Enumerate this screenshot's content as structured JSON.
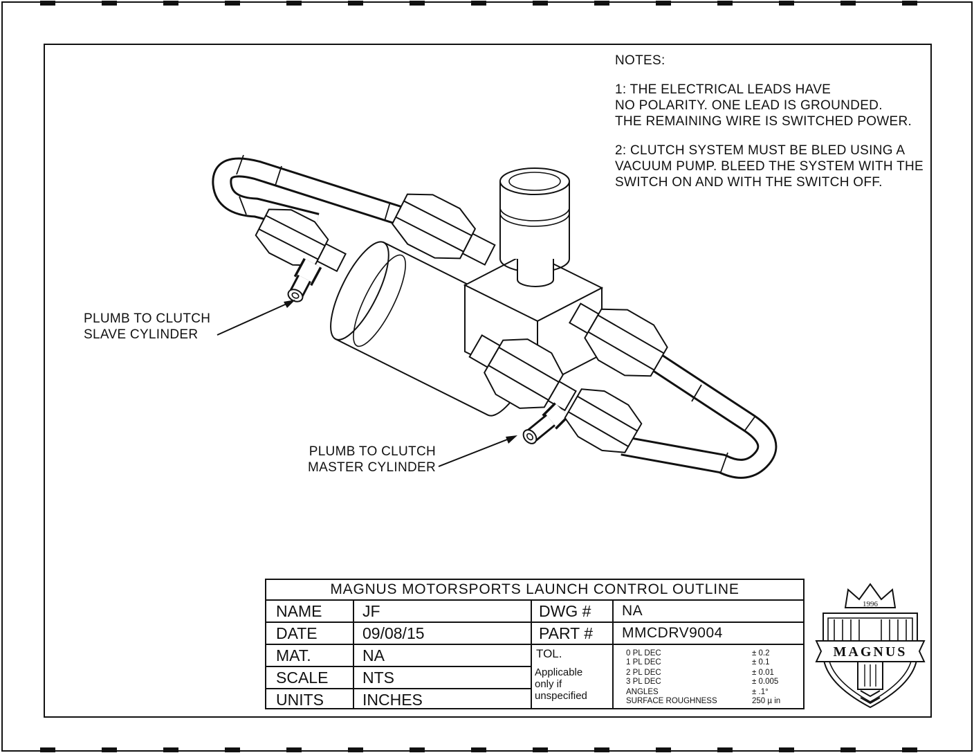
{
  "notes": {
    "heading": "NOTES:",
    "note1": "1: THE ELECTRICAL LEADS HAVE\nNO POLARITY. ONE LEAD IS GROUNDED.\nTHE REMAINING WIRE IS SWITCHED POWER.",
    "note2": "2: CLUTCH SYSTEM MUST BE BLED USING A\nVACUUM PUMP. BLEED THE SYSTEM WITH THE\nSWITCH ON AND WITH THE SWITCH OFF."
  },
  "callouts": {
    "slave": "PLUMB TO CLUTCH\nSLAVE CYLINDER",
    "master": "PLUMB TO CLUTCH\nMASTER CYLINDER"
  },
  "title_block": {
    "title": "MAGNUS MOTORSPORTS LAUNCH CONTROL OUTLINE",
    "fields": {
      "name_label": "NAME",
      "name_value": "JF",
      "date_label": "DATE",
      "date_value": "09/08/15",
      "mat_label": "MAT.",
      "mat_value": "NA",
      "scale_label": "SCALE",
      "scale_value": "NTS",
      "units_label": "UNITS",
      "units_value": "INCHES",
      "dwg_label": "DWG #",
      "dwg_value": "NA",
      "part_label": "PART #",
      "part_value": "MMCDRV9004"
    },
    "tolerance": {
      "label": "TOL.",
      "note": "Applicable\nonly if\nunspecified",
      "rows": [
        {
          "name": "0 PL DEC",
          "value": "± 0.2"
        },
        {
          "name": "1 PL DEC",
          "value": "± 0.1"
        },
        {
          "name": "2 PL DEC",
          "value": "± 0.01"
        },
        {
          "name": "3 PL DEC",
          "value": "± 0.005"
        },
        {
          "name": "ANGLES",
          "value": "± .1°"
        },
        {
          "name": "SURFACE ROUGHNESS",
          "value": "250 µ in"
        }
      ]
    }
  },
  "logo": {
    "year": "1996",
    "name": "MAGNUS"
  },
  "colors": {
    "line": "#111111",
    "background": "#ffffff"
  }
}
